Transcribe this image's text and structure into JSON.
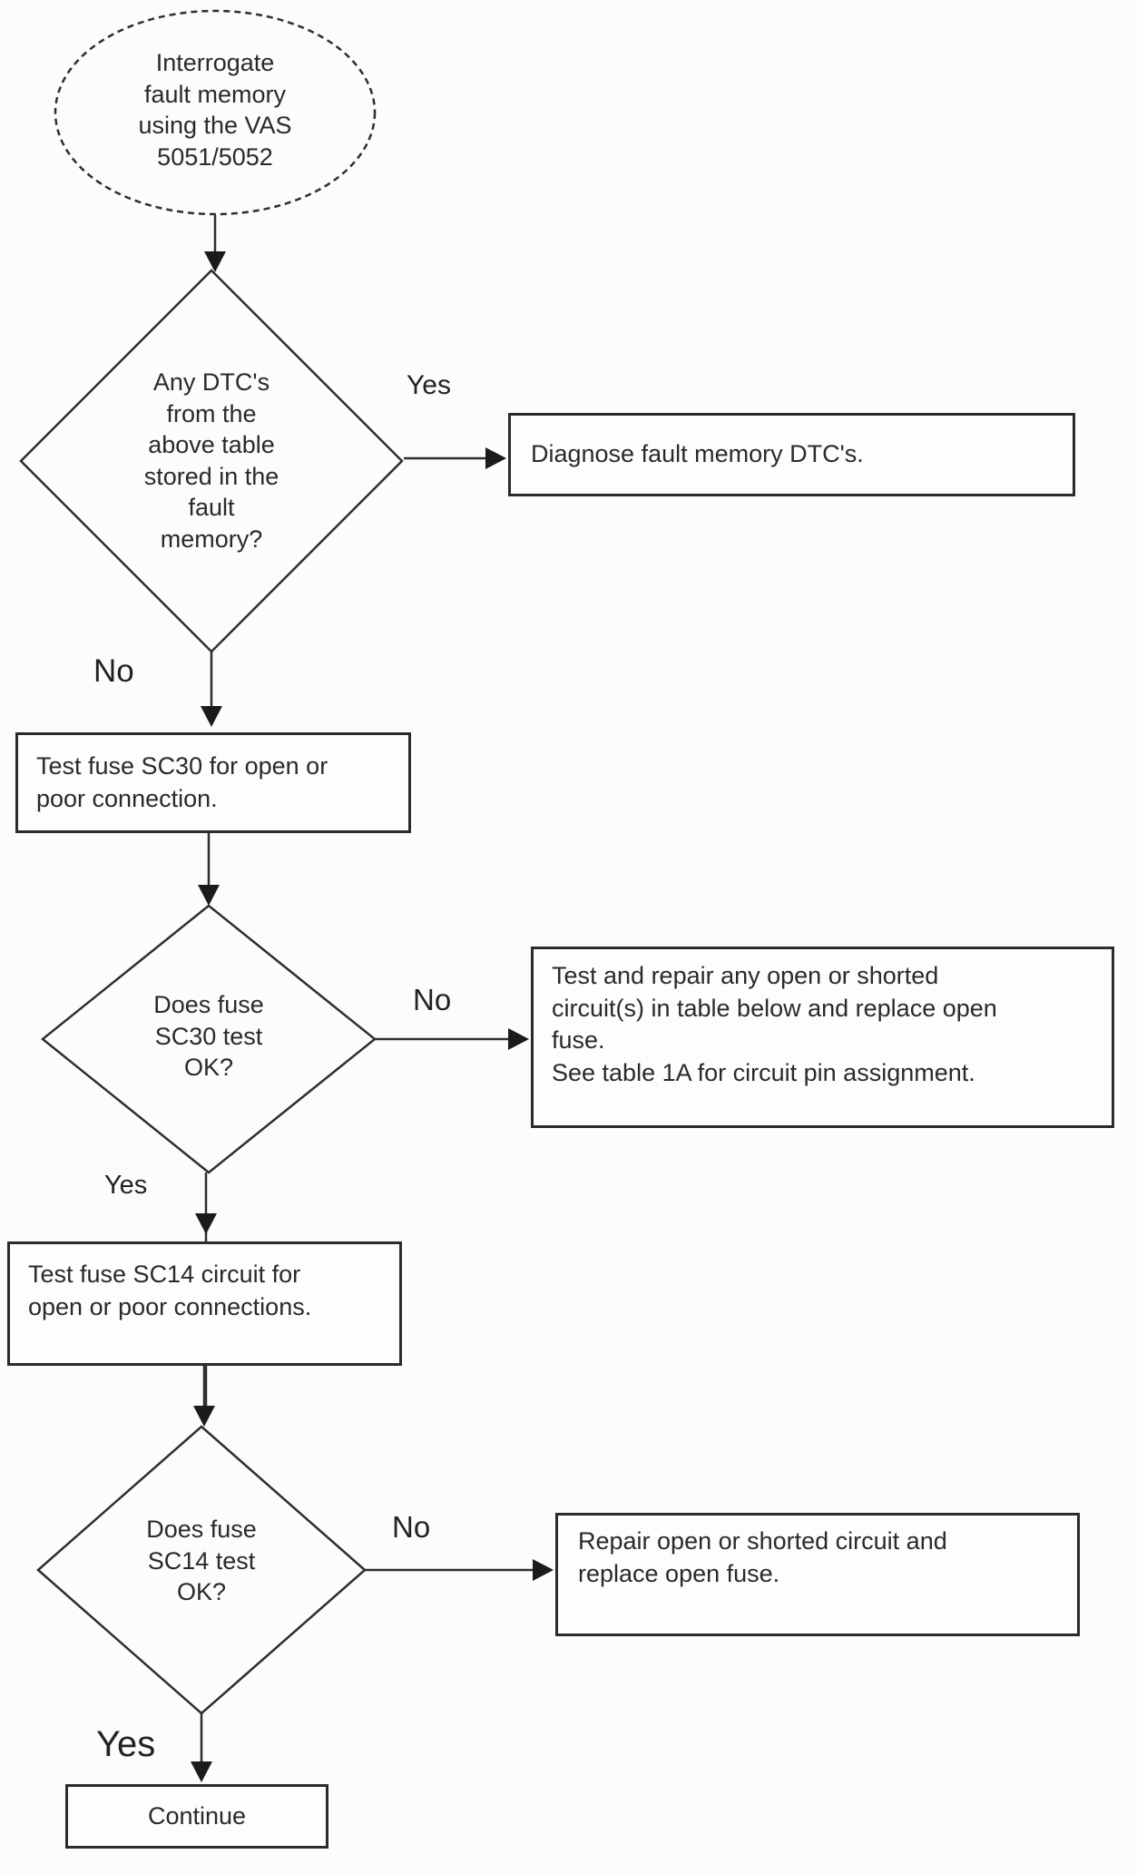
{
  "nodes": {
    "start": {
      "text": "Interrogate\nfault memory\nusing the VAS\n5051/5052"
    },
    "decision_dtc": {
      "text": "Any DTC's\nfrom the\nabove table\nstored in the\nfault\nmemory?"
    },
    "diagnose": {
      "text": "Diagnose fault memory DTC's."
    },
    "test_sc30": {
      "text": "Test fuse SC30 for open or\npoor connection."
    },
    "decision_sc30": {
      "text": "Does fuse\nSC30 test\nOK?"
    },
    "repair_sc30": {
      "text": "Test and repair any open or shorted\ncircuit(s) in table below and replace open\nfuse.\nSee table 1A for circuit pin assignment."
    },
    "test_sc14": {
      "text": "Test fuse SC14 circuit for\nopen or poor connections."
    },
    "decision_sc14": {
      "text": "Does fuse\nSC14 test\nOK?"
    },
    "repair_sc14": {
      "text": "Repair open or shorted circuit and\nreplace open fuse."
    },
    "continue": {
      "text": "Continue"
    }
  },
  "edge_labels": {
    "dtc_yes": "Yes",
    "dtc_no": "No",
    "sc30_no": "No",
    "sc30_yes": "Yes",
    "sc14_no": "No",
    "sc14_yes": "Yes"
  },
  "colors": {
    "line": "#2e2e2e",
    "text": "#2a2a2a",
    "background": "#fcfcfc"
  }
}
